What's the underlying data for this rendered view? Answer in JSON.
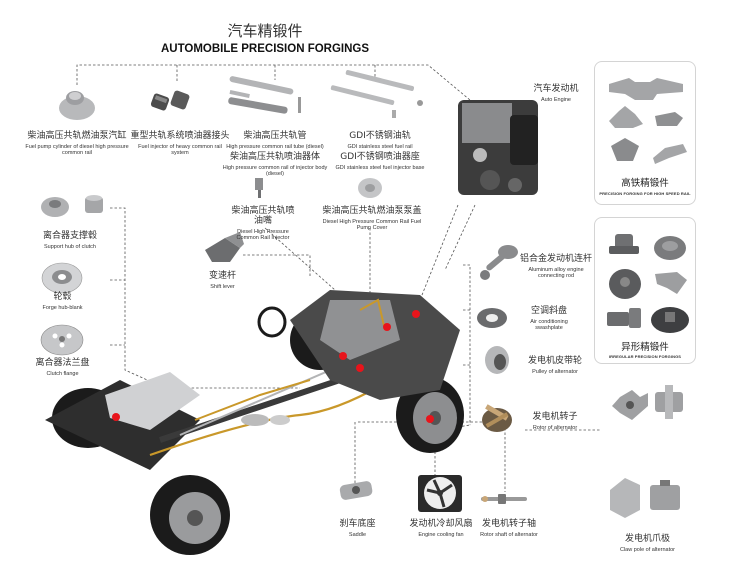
{
  "header": {
    "title_cn": "汽车精锻件",
    "title_en": "AUTOMOBILE PRECISION FORGINGS"
  },
  "top_parts": [
    {
      "cn": "柴油高压共轨燃油泵汽缸",
      "en": "Fuel pump cylinder of diesel high pressure common rail"
    },
    {
      "cn": "重型共轨系统喷油器接头",
      "en": "Fuel injector of heavy common rail system"
    },
    {
      "cn": "柴油高压共轨管",
      "en": "High pressure common rail tube (diesel)",
      "cn2": "柴油高压共轨喷油器体",
      "en2": "High pressure common rail of injector body (diesel)"
    },
    {
      "cn": "GDI不锈钢油轨",
      "en": "GDI stainless steel fuel rail",
      "cn2": "GDI不锈钢喷油器座",
      "en2": "GDI stainless steel fuel injector base"
    }
  ],
  "mid_parts": [
    {
      "cn": "柴油高压共轨喷油嘴",
      "en": "Diesel High Pressure Common Rail Injector"
    },
    {
      "cn": "柴油高压共轨燃油泵泵盖",
      "en": "Diesel High Pressure Common Rail Fuel Pump Cover"
    }
  ],
  "left_parts": [
    {
      "cn": "离合器支撑毂",
      "en": "Support hub of clutch"
    },
    {
      "cn": "轮毂",
      "en": "Forge hub-blank"
    },
    {
      "cn": "离合器法兰盘",
      "en": "Clutch flange"
    }
  ],
  "shift_lever": {
    "cn": "变速杆",
    "en": "Shift lever"
  },
  "engine": {
    "cn": "汽车发动机",
    "en": "Auto Engine"
  },
  "right_parts": [
    {
      "cn": "铝合金发动机连杆",
      "en": "Aluminum alloy engine connecting rod"
    },
    {
      "cn": "空调斜盘",
      "en": "Air conditioning swashplate"
    },
    {
      "cn": "发电机皮带轮",
      "en": "Pulley of alternator"
    },
    {
      "cn": "发电机转子",
      "en": "Rotor of alternator"
    }
  ],
  "bottom_parts": [
    {
      "cn": "刹车底座",
      "en": "Saddle"
    },
    {
      "cn": "发动机冷却风扇",
      "en": "Engine cooling fan"
    },
    {
      "cn": "发电机转子轴",
      "en": "Rotor shaft of alternator"
    }
  ],
  "panels": [
    {
      "cn": "高铁精锻件",
      "en": "PRECISION FORGING FOR HIGH SPEED RAIL"
    },
    {
      "cn": "异形精锻件",
      "en": "IRREGULAR PRECISION FORGINGS"
    }
  ],
  "claw_pole": {
    "cn": "发电机爪极",
    "en": "Claw pole of alternator"
  },
  "colors": {
    "marker": "#e8141b",
    "dashed_line": "#555555",
    "metal": "#a9acb0",
    "tire": "#1b1b1b",
    "copper": "#c9982a"
  }
}
